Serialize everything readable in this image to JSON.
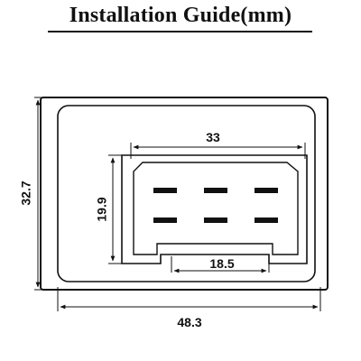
{
  "title": "Installation Guide(mm)",
  "colors": {
    "ink": "#111111",
    "background": "#ffffff"
  },
  "dimensions": {
    "overall_width": "48.3",
    "overall_height": "32.7",
    "connector_width": "33",
    "connector_height": "19.9",
    "latch_width": "18.5"
  },
  "connector": {
    "pin_rows": 2,
    "pins_per_row": 3
  }
}
